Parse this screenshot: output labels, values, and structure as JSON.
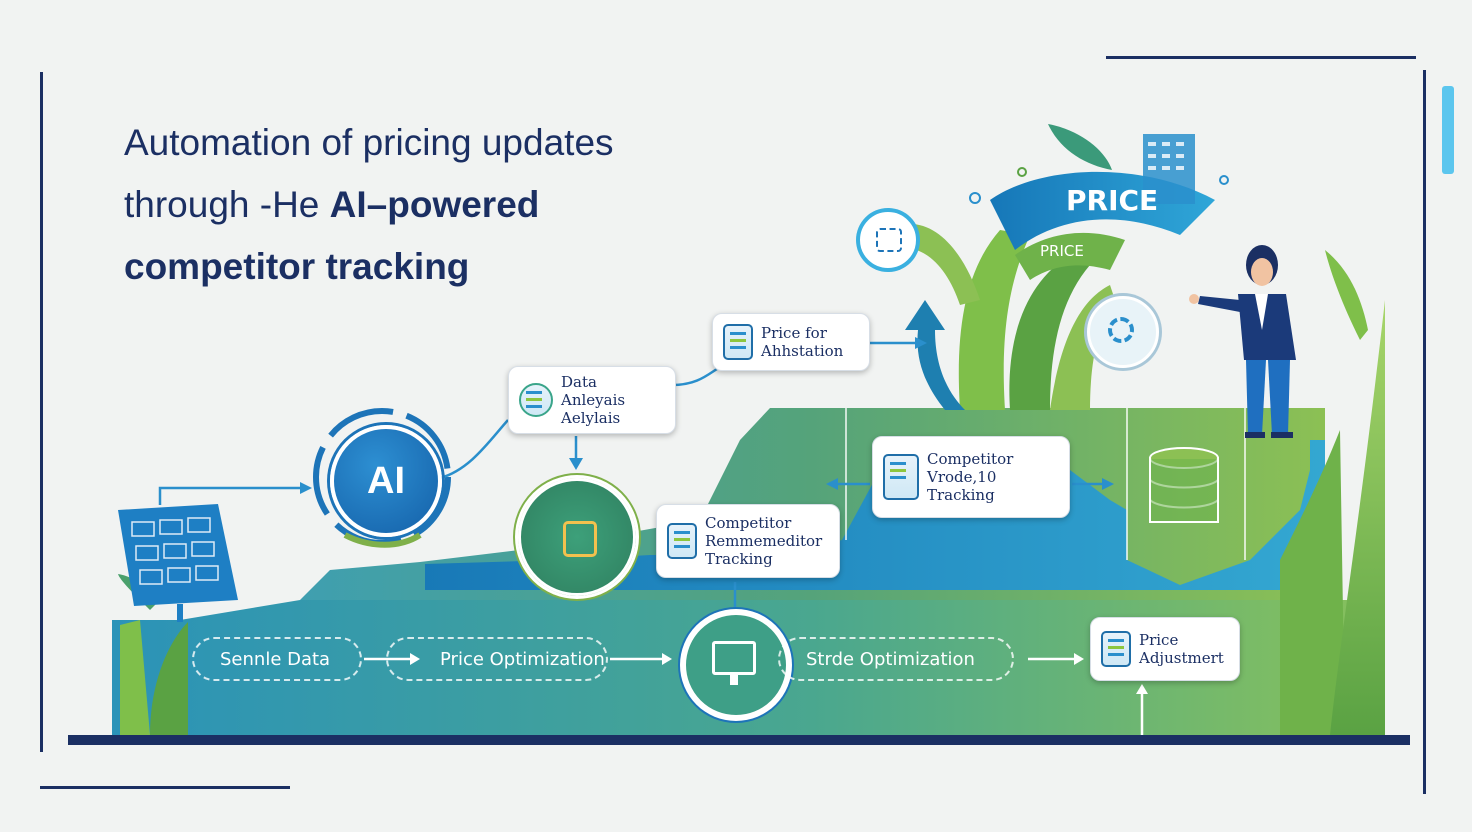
{
  "title": {
    "line1": "Automation of pricing updates",
    "line2_plain": "through -He ",
    "line2_bold": "AI–powered",
    "line3": "competitor tracking"
  },
  "arc": {
    "big": "PRICE",
    "small": "PRICE"
  },
  "ai_badge": "AI",
  "cards": {
    "price_for": [
      "Price for",
      "Ahhstation"
    ],
    "data_analysis": [
      "Data Anleyais",
      "Aelylais"
    ],
    "competitor_vrode": [
      "Competitor",
      "Vrode,10",
      "Tracking"
    ],
    "competitor_reme": [
      "Competitor",
      "Remmemeditor",
      "Tracking"
    ],
    "price_adjustment": [
      "Price",
      "Adjustmert"
    ]
  },
  "flow": {
    "sennle_data": "Sennle Data",
    "price_opt": "Price Optimization",
    "strde_opt": "Strde Optimization"
  },
  "colors": {
    "navy": "#1b2f63",
    "blue": "#1d74b8",
    "green": "#7fb04a"
  }
}
